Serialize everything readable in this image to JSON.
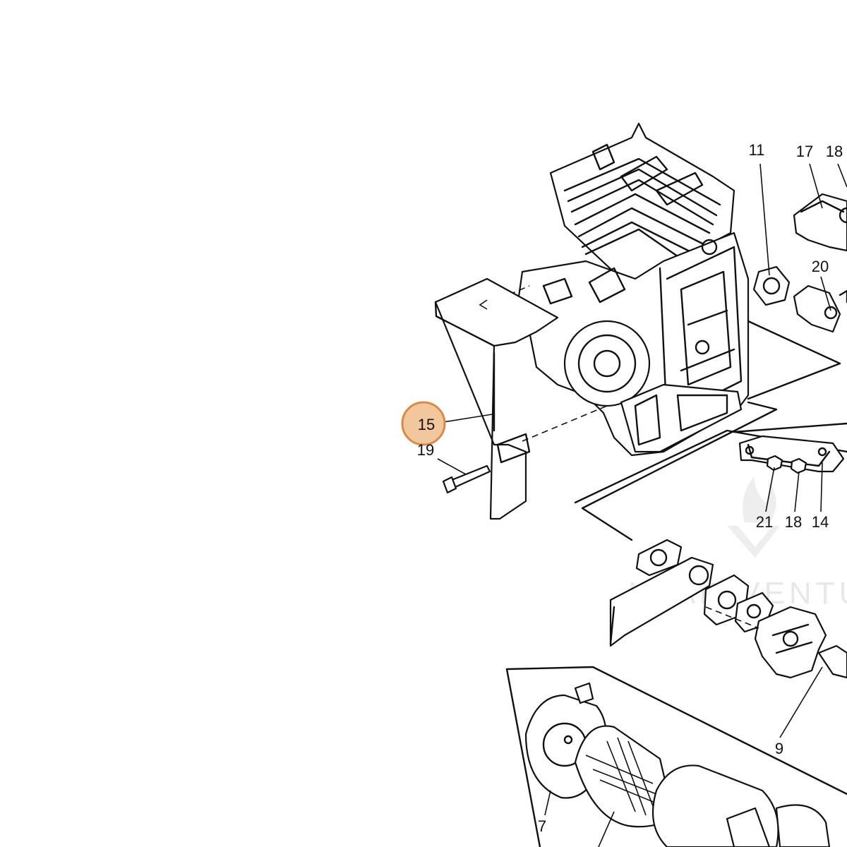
{
  "highlight": {
    "label": "15",
    "fill": "#f2c79e",
    "stroke": "#d9894a"
  },
  "callouts": [
    {
      "id": "11",
      "label": "11"
    },
    {
      "id": "17",
      "label": "17"
    },
    {
      "id": "18a",
      "label": "18"
    },
    {
      "id": "20",
      "label": "20"
    },
    {
      "id": "19",
      "label": "19"
    },
    {
      "id": "21",
      "label": "21"
    },
    {
      "id": "18b",
      "label": "18"
    },
    {
      "id": "14",
      "label": "14"
    },
    {
      "id": "9",
      "label": "9"
    },
    {
      "id": "7",
      "label": "7"
    }
  ],
  "watermark": {
    "text": "LEAD VENTURE",
    "icon": "flame-v-logo"
  },
  "colors": {
    "ink": "#111111",
    "background": "#ffffff"
  }
}
